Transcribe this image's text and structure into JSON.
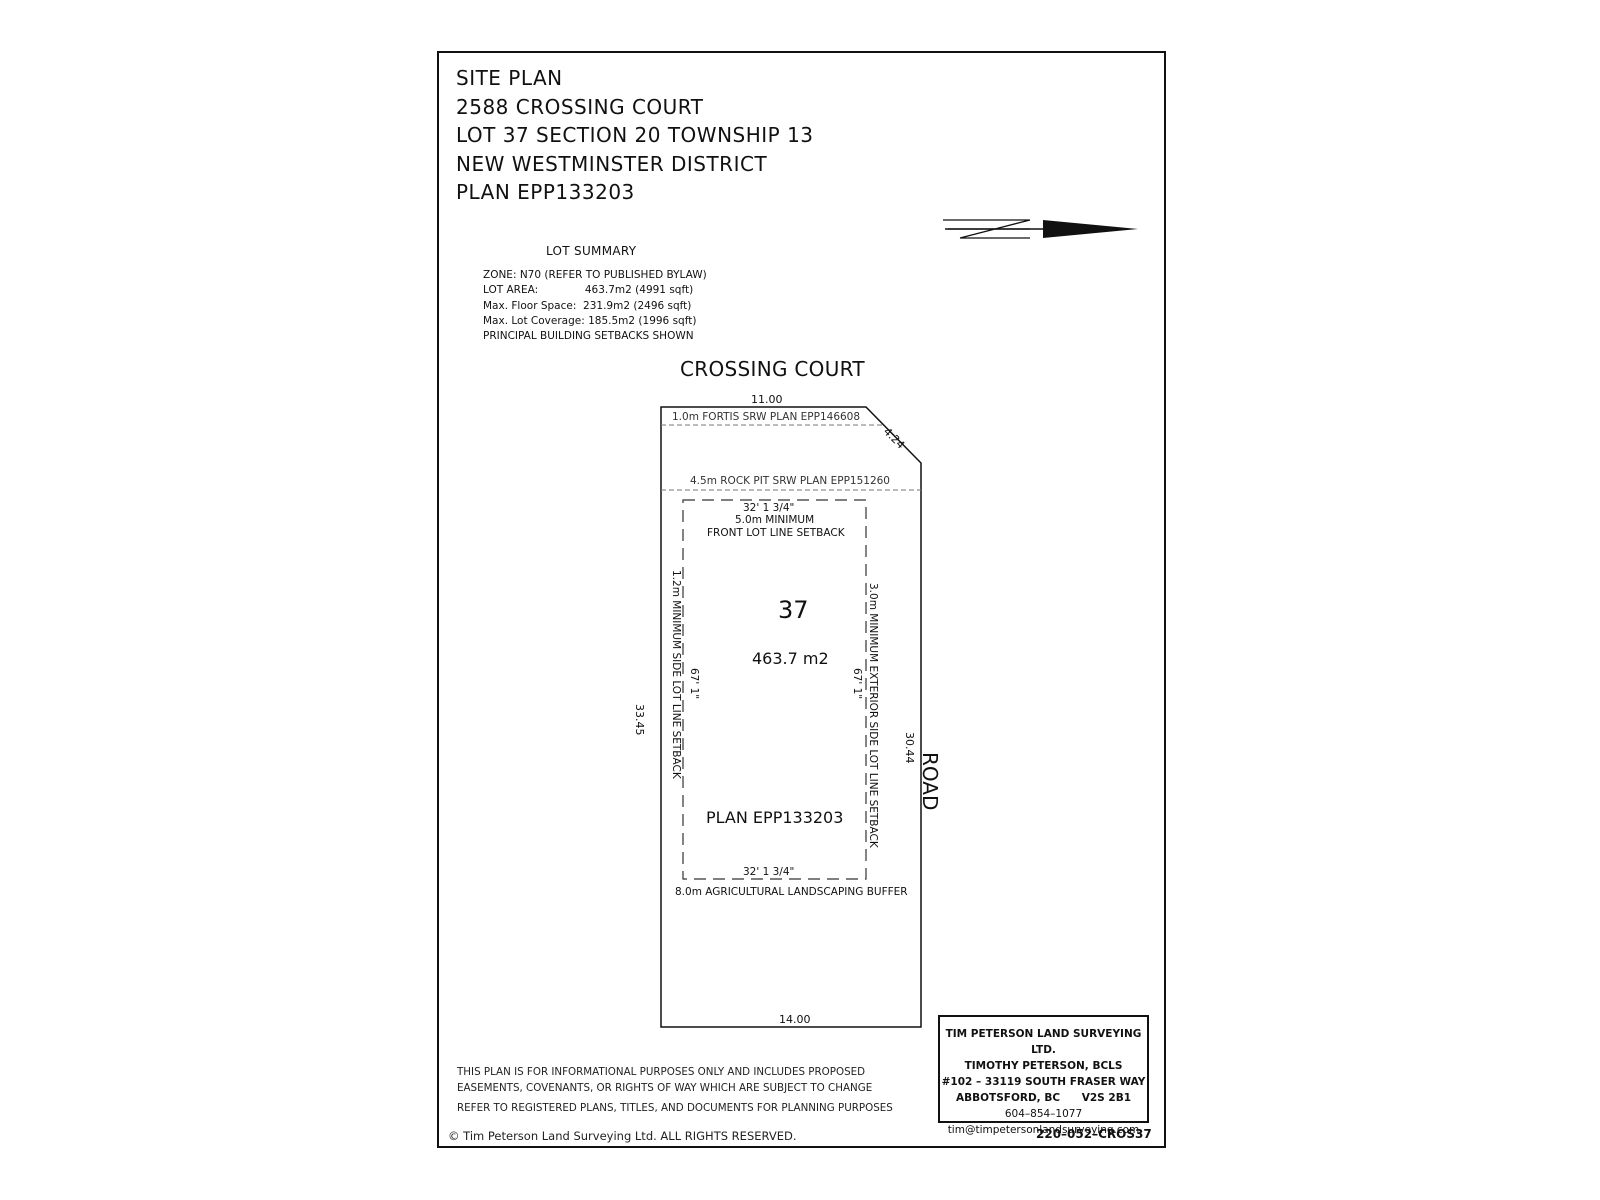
{
  "title_block": {
    "lines": [
      "SITE PLAN",
      "2588 CROSSING COURT",
      "LOT 37 SECTION 20 TOWNSHIP 13",
      "NEW WESTMINSTER DISTRICT",
      "PLAN EPP133203"
    ]
  },
  "lot_summary": {
    "heading": "LOT SUMMARY",
    "rows": [
      "ZONE: N70 (REFER TO PUBLISHED BYLAW)",
      "LOT AREA:              463.7m2 (4991 sqft)",
      "Max. Floor Space:  231.9m2 (2496 sqft)",
      "Max. Lot Coverage: 185.5m2 (1996 sqft)",
      "PRINCIPAL BUILDING SETBACKS SHOWN"
    ]
  },
  "north_arrow": {
    "label": "N",
    "icon": "north-arrow-icon"
  },
  "streets": {
    "top": "CROSSING COURT",
    "right": "ROAD"
  },
  "dimensions": {
    "front": "11.00",
    "chamfer": "4.24",
    "left": "33.45",
    "right": "30.44",
    "rear": "14.00"
  },
  "easements": {
    "fortis": "1.0m FORTIS SRW PLAN EPP146608",
    "rock_pit": "4.5m ROCK PIT SRW PLAN EPP151260"
  },
  "building_envelope": {
    "top_width": "32' 1 3/4\"",
    "front_setback_1": "5.0m MINIMUM",
    "front_setback_2": "FRONT LOT LINE SETBACK",
    "left_setback": "1.2m MINIMUM SIDE LOT LINE SETBACK",
    "left_length": "67' 1\"",
    "right_setback": "3.0m MINIMUM EXTERIOR SIDE LOT LINE SETBACK",
    "right_length": "67' 1\"",
    "bottom_width": "32' 1 3/4\"",
    "rear_buffer": "8.0m AGRICULTURAL LANDSCAPING BUFFER"
  },
  "lot": {
    "number": "37",
    "area": "463.7 m2",
    "plan": "PLAN EPP133203"
  },
  "notes": {
    "disclaimer_1": "THIS PLAN IS FOR INFORMATIONAL PURPOSES ONLY AND INCLUDES PROPOSED",
    "disclaimer_2": "EASEMENTS, COVENANTS, OR RIGHTS OF WAY WHICH ARE SUBJECT TO CHANGE",
    "disclaimer_3": "REFER TO REGISTERED PLANS, TITLES, AND DOCUMENTS FOR PLANNING PURPOSES",
    "copyright": "© Tim Peterson Land Surveying Ltd.  ALL RIGHTS RESERVED."
  },
  "surveyor": {
    "company": "TIM PETERSON LAND SURVEYING LTD.",
    "name": "TIMOTHY PETERSON, BCLS",
    "address_1": "#102 – 33119 SOUTH FRASER WAY",
    "city": "ABBOTSFORD, BC",
    "postal": "V2S 2B1",
    "phone": "604–854–1077",
    "email": "tim@timpetersonlandsurveying.com"
  },
  "job_number": "220–052–CROS37"
}
